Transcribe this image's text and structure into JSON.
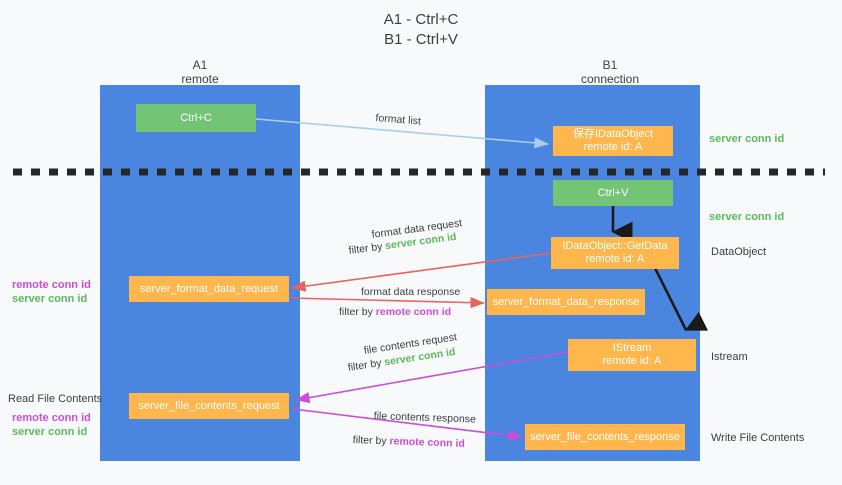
{
  "title": {
    "line1": "A1 - Ctrl+C",
    "line2": "B1 - Ctrl+V"
  },
  "colors": {
    "lane": "#4a86e0",
    "green_box": "#74c476",
    "orange_box": "#ffb74d",
    "server_conn": "#5cb85c",
    "remote_conn": "#c94fd6",
    "arrow_blue": "#a8cdf0",
    "arrow_red": "#e8635f",
    "arrow_magenta": "#c94fd6",
    "arrow_black": "#1a1a1a",
    "background": "#f8f9fa",
    "text": "#3c4043"
  },
  "columns": [
    {
      "name": "A1",
      "sub": "remote"
    },
    {
      "name": "B1",
      "sub": "connection"
    }
  ],
  "boxes": {
    "ctrl_c": {
      "label": "Ctrl+C"
    },
    "ctrl_v": {
      "label": "Ctrl+V"
    },
    "save_idataobject": {
      "line1": "保存IDataObject",
      "line2": "remote id: A"
    },
    "getdata": {
      "line1": "IDataObject::GetData",
      "line2": "remote id: A"
    },
    "istream": {
      "line1": "IStream",
      "line2": "remote id: A"
    },
    "server_format_data_request": {
      "label": "server_format_data_request"
    },
    "server_format_data_response": {
      "label": "server_format_data_response"
    },
    "server_file_contents_request": {
      "label": "server_file_contents_request"
    },
    "server_file_contents_response": {
      "label": "server_file_contents_response"
    }
  },
  "edge_labels": {
    "format_list": "format list",
    "format_data_request": "format data request",
    "format_data_request_filter_prefix": "filter by ",
    "format_data_request_filter_value": "server conn id",
    "format_data_response": "format data response",
    "format_data_response_filter_prefix": "filter by ",
    "format_data_response_filter_value": "remote conn id",
    "file_contents_request": "file contents request",
    "file_contents_request_filter_prefix": "filter by ",
    "file_contents_request_filter_value": "server conn id",
    "file_contents_response": "file contents response",
    "file_contents_response_filter_prefix": "filter by ",
    "file_contents_response_filter_value": "remote conn id"
  },
  "right_labels": {
    "server_conn_id_1": "server conn id",
    "server_conn_id_2": "server conn id",
    "dataobject": "DataObject",
    "istream": "Istream",
    "write_file_contents": "Write File Contents"
  },
  "left_labels": {
    "remote_conn_id_1": "remote conn id",
    "server_conn_id_1": "server conn id",
    "read_file_contents": "Read File Contents",
    "remote_conn_id_2": "remote conn id",
    "server_conn_id_2": "server conn id"
  }
}
